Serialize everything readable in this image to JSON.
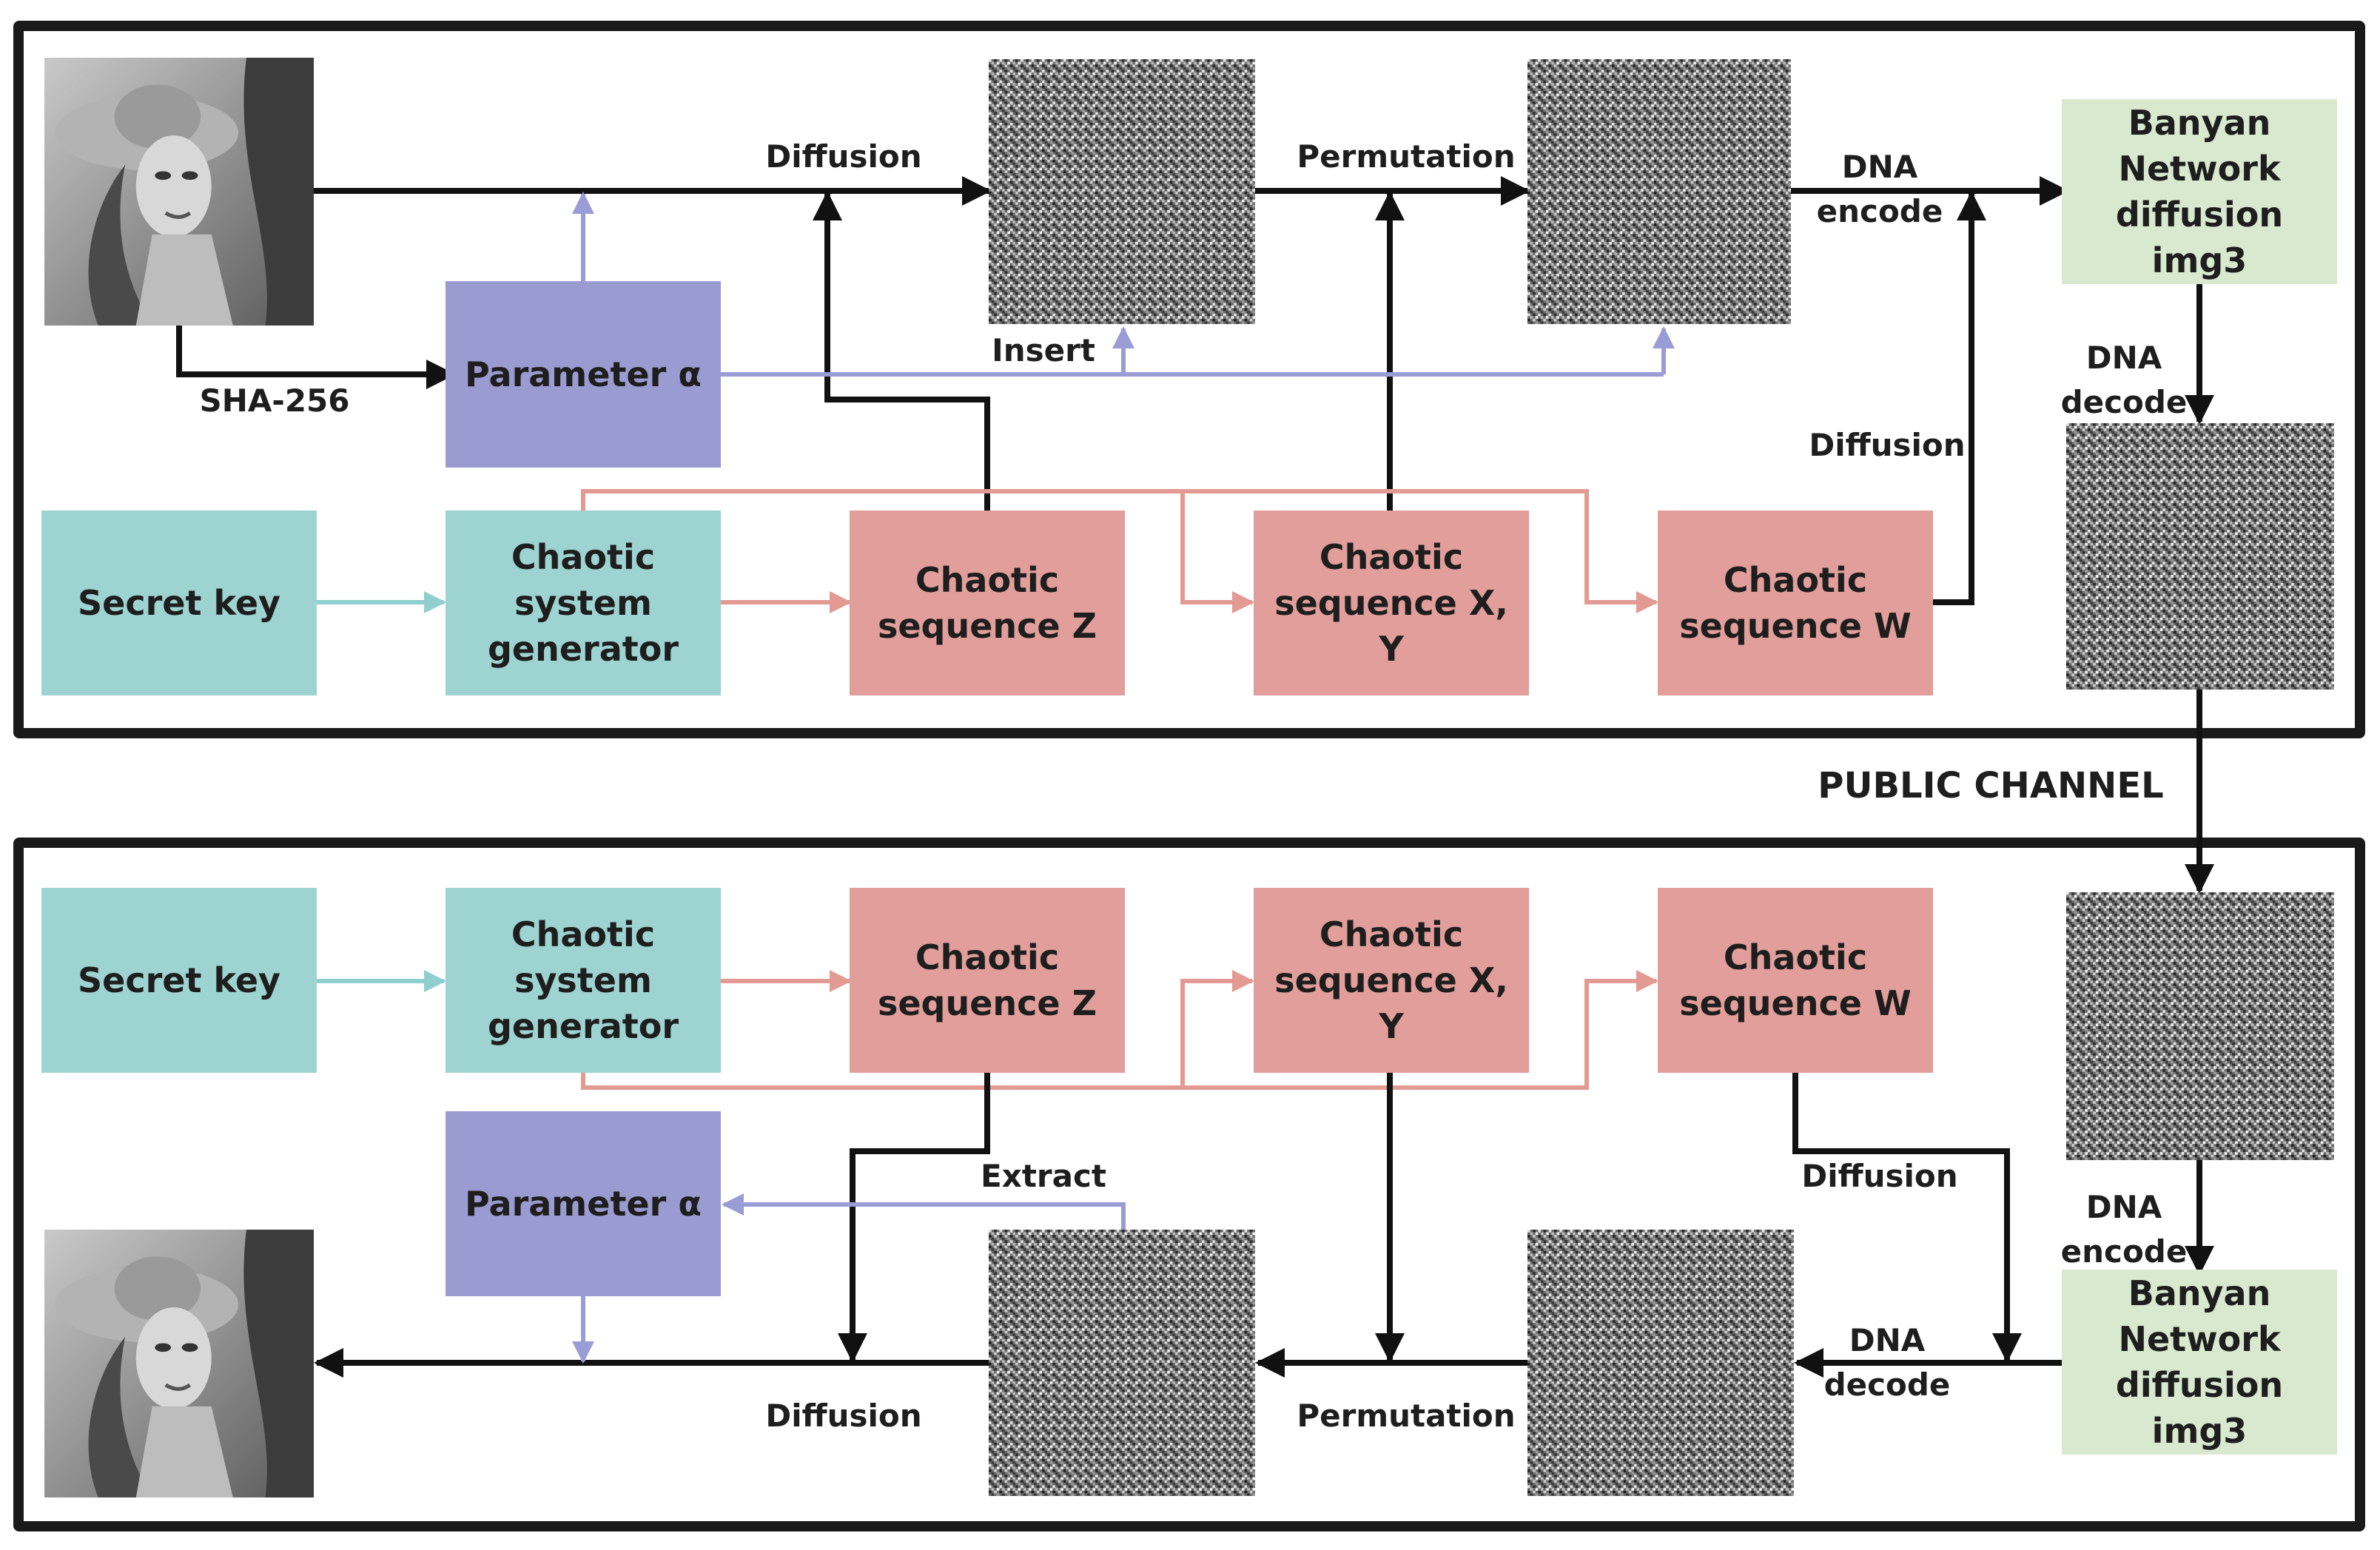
{
  "encryption": {
    "secret_key": "Secret key",
    "chaotic_system_generator": "Chaotic system generator",
    "chaotic_sequence_z": "Chaotic sequence Z",
    "chaotic_sequence_xy": "Chaotic sequence X, Y",
    "chaotic_sequence_w": "Chaotic sequence W",
    "parameter_alpha": "Parameter α",
    "sha256": "SHA-256",
    "diffusion": "Diffusion",
    "permutation": "Permutation",
    "insert": "Insert",
    "dna_encode": "DNA encode",
    "diffusion_w": "Diffusion",
    "banyan": "Banyan Network diffusion img3",
    "dna_decode": "DNA decode"
  },
  "public_channel": "PUBLIC CHANNEL",
  "decryption": {
    "secret_key": "Secret key",
    "chaotic_system_generator": "Chaotic system generator",
    "chaotic_sequence_z": "Chaotic sequence Z",
    "chaotic_sequence_xy": "Chaotic sequence X, Y",
    "chaotic_sequence_w": "Chaotic sequence W",
    "parameter_alpha": "Parameter α",
    "extract": "Extract",
    "diffusion": "Diffusion",
    "permutation": "Permutation",
    "diffusion_w": "Diffusion",
    "dna_decode": "DNA decode",
    "dna_encode": "DNA encode",
    "banyan": "Banyan Network diffusion img3"
  },
  "colors": {
    "teal": "#9dd3d0",
    "salmon": "#e19e9a",
    "violet": "#9a9cd1",
    "green": "#d8e9cf",
    "black_arrow": "#111111",
    "teal_arrow": "#8fcfd0",
    "salmon_arrow": "#e39a93",
    "violet_arrow": "#9a9cd6"
  }
}
